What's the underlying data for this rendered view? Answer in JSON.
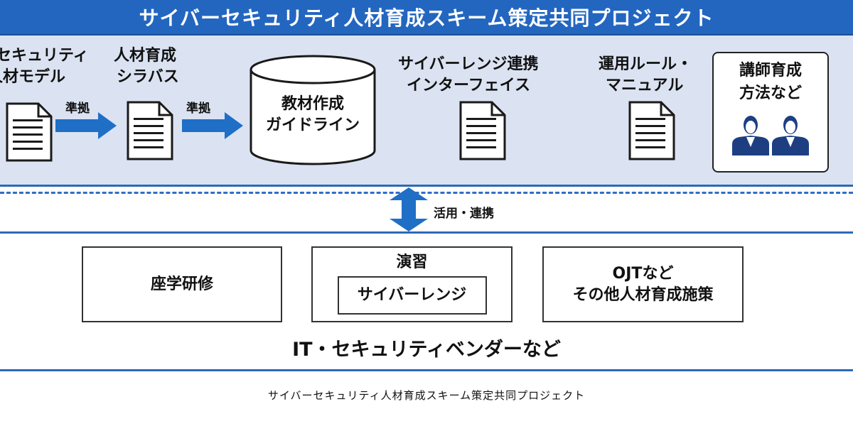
{
  "header": {
    "title": "サイバーセキュリティ人材育成スキーム策定共同プロジェクト"
  },
  "top": {
    "model": {
      "line1": "セキュリティ",
      "line2": "人材モデル"
    },
    "syllabus": {
      "line1": "人材育成",
      "line2": "シラバス"
    },
    "arrow1_label": "準拠",
    "arrow2_label": "準拠",
    "guideline": {
      "line1": "教材作成",
      "line2": "ガイドライン"
    },
    "interface": {
      "line1": "サイバーレンジ連携",
      "line2": "インターフェイス"
    },
    "rules": {
      "line1": "運用ルール・",
      "line2": "マニュアル"
    },
    "teacher": {
      "line1": "講師育成",
      "line2": "方法など"
    }
  },
  "link_label": "活用・連携",
  "bottom": {
    "lecture": "座学研修",
    "exercise": {
      "label": "演習",
      "inner": "サイバーレンジ"
    },
    "ojt": {
      "line1": "OJTなど",
      "line2": "その他人材育成施策"
    },
    "vendor": "IT・セキュリティベンダーなど"
  },
  "caption": "サイバーセキュリティ人材育成スキーム策定共同プロジェクト",
  "colors": {
    "title_bg": "#2366c0",
    "panel_bg": "#dbe3f2",
    "arrow": "#1f6fc6",
    "divider": "#2f68b7",
    "person": "#1d3f82"
  },
  "icons": [
    "document-icon",
    "right-arrow-icon",
    "cylinder-icon",
    "person-icon",
    "double-arrow-icon"
  ]
}
